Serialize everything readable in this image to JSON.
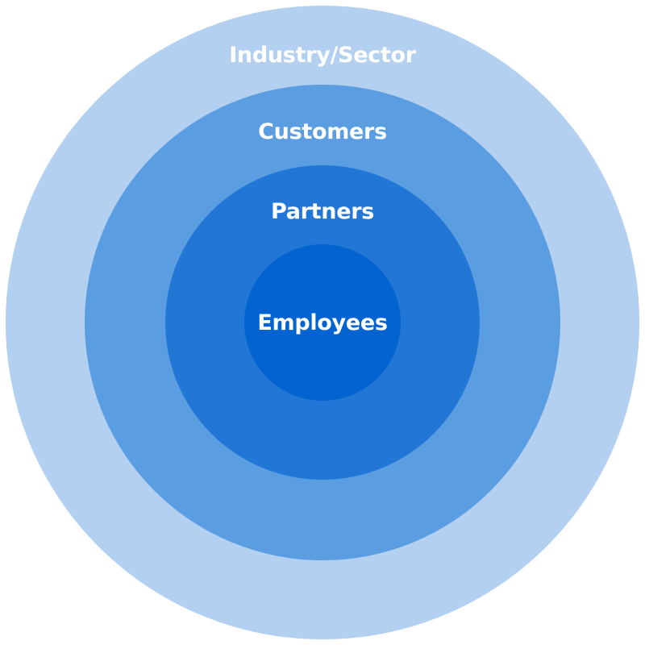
{
  "diagram": {
    "type": "concentric-circles",
    "layers": [
      {
        "label": "Industry/Sector",
        "color": "#b3d0f0"
      },
      {
        "label": "Customers",
        "color": "#5b9de1"
      },
      {
        "label": "Partners",
        "color": "#2277d6"
      },
      {
        "label": "Employees",
        "color": "#0363d1"
      }
    ],
    "text_color": "#ffffff"
  }
}
